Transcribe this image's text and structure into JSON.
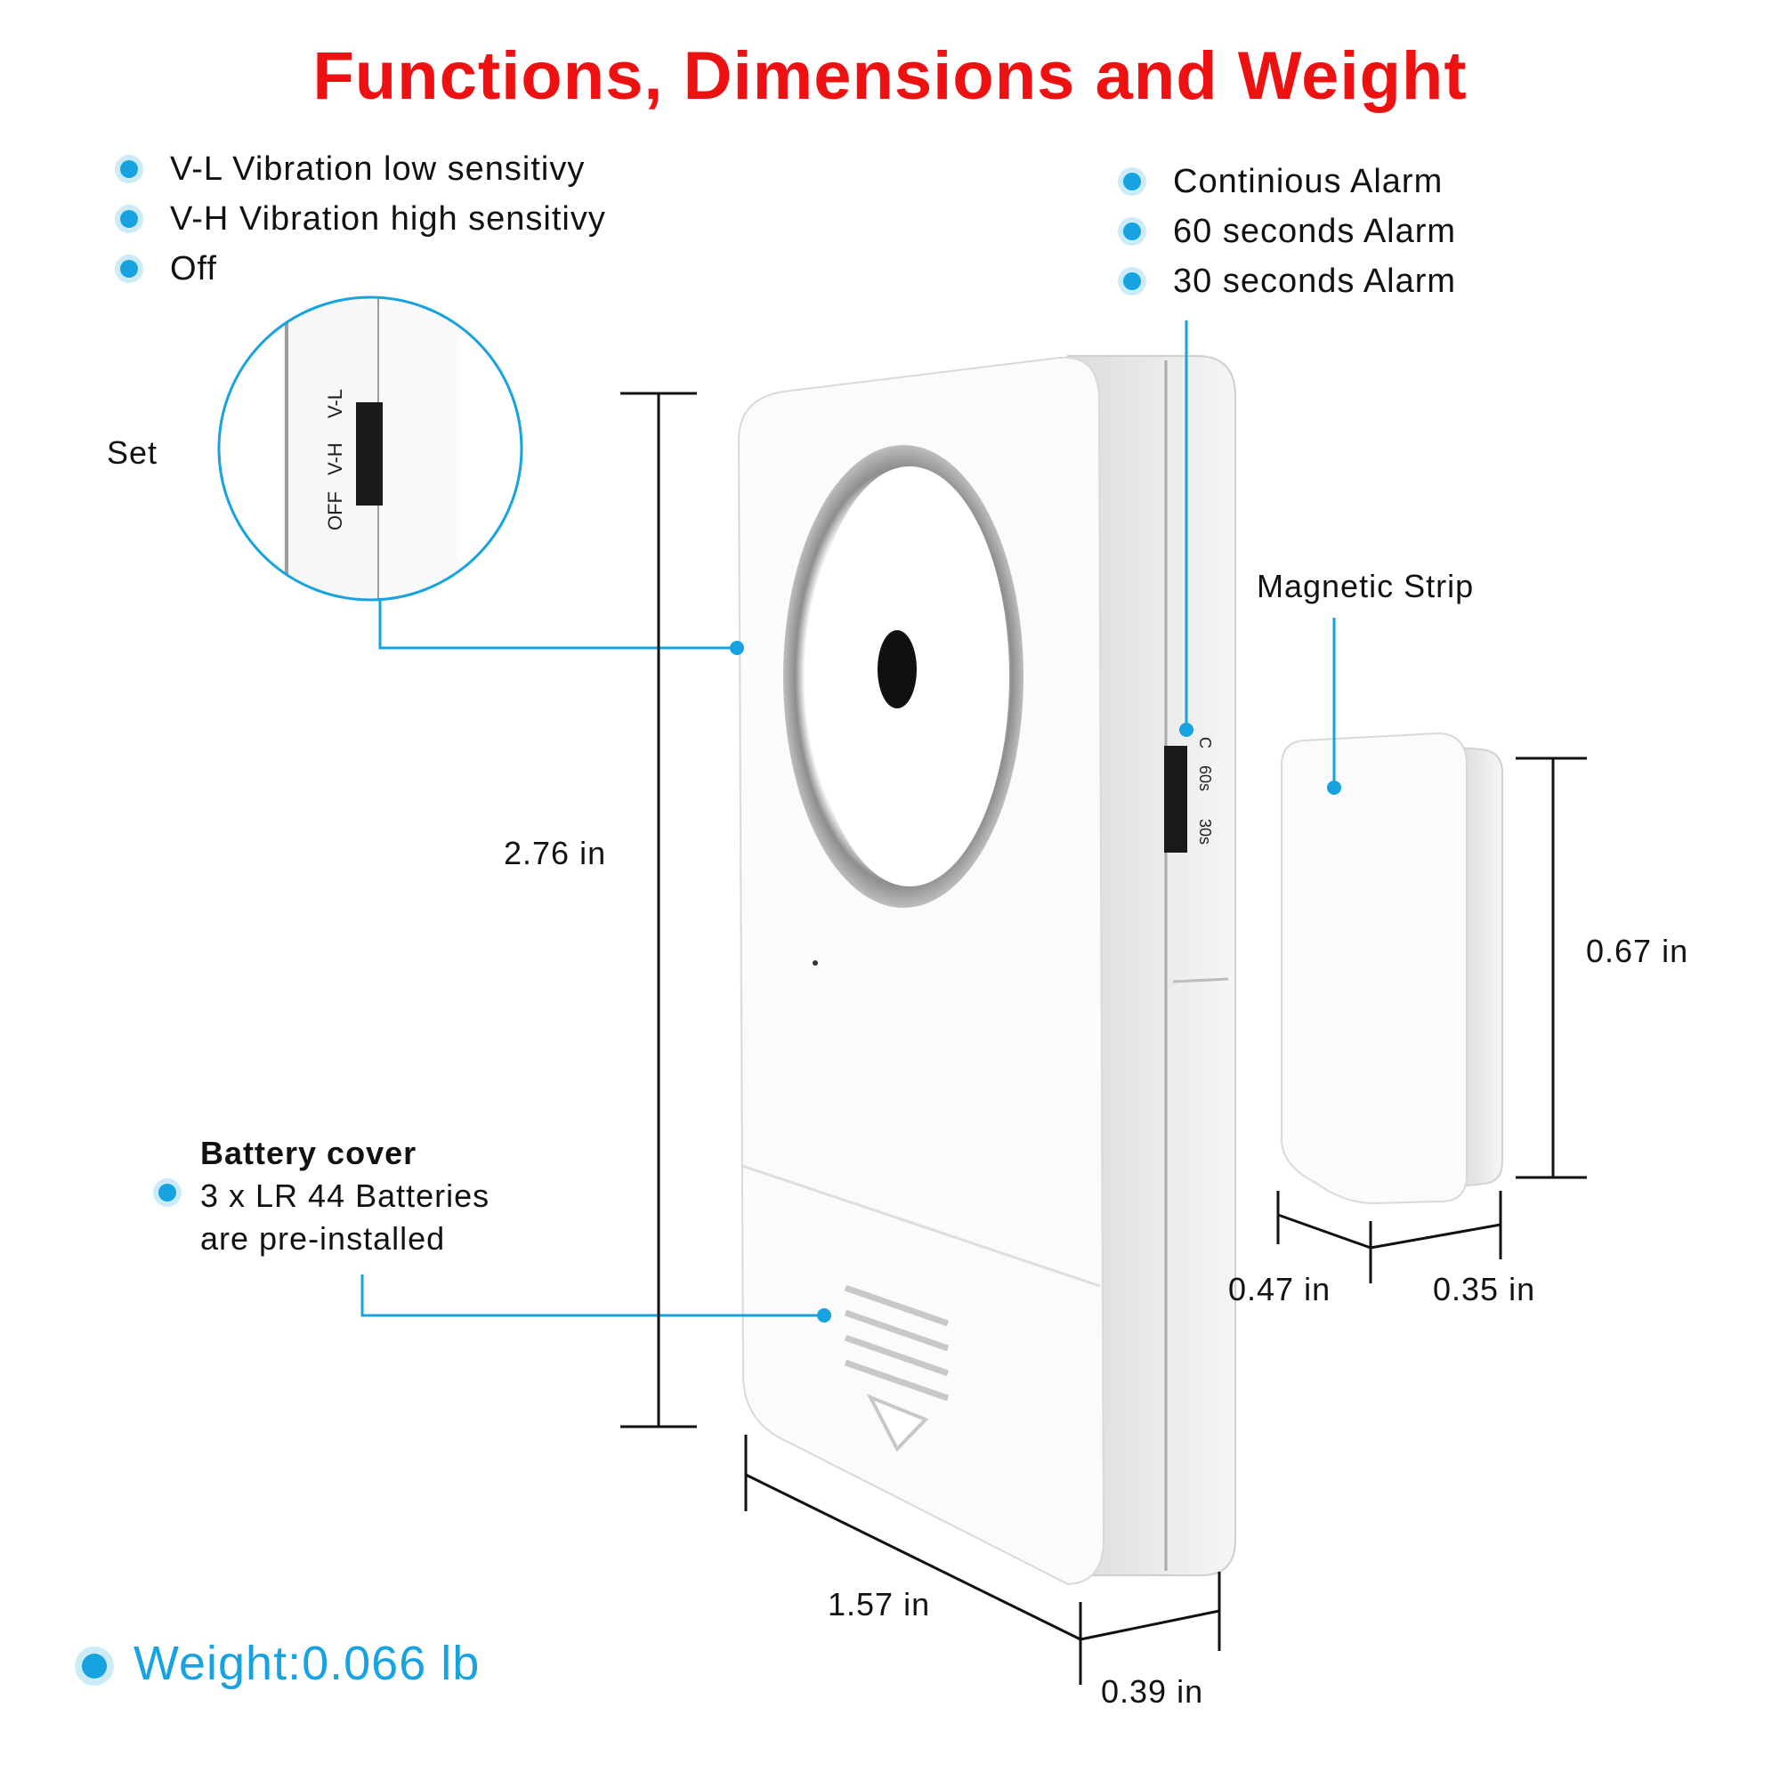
{
  "title": "Functions, Dimensions and Weight",
  "colors": {
    "title": "#ee1111",
    "accent": "#17a2e0",
    "line": "#111111"
  },
  "sensitivity_options": [
    "V-L Vibration low sensitivy",
    "V-H Vibration high sensitivy",
    "Off"
  ],
  "alarm_options": [
    "Continious Alarm",
    "60 seconds Alarm",
    "30 seconds Alarm"
  ],
  "set_label": "Set",
  "switch_labels": {
    "off": "OFF",
    "vh": "V-H",
    "vl": "V-L"
  },
  "alarm_switch_labels": {
    "c": "C",
    "s60": "60s",
    "s30": "30s"
  },
  "magnetic_label": "Magnetic Strip",
  "dimensions": {
    "height": "2.76 in",
    "width": "1.57 in",
    "depth": "0.39 in",
    "strip_height": "0.67 in",
    "strip_width": "0.47 in",
    "strip_depth": "0.35 in"
  },
  "battery": {
    "title": "Battery cover",
    "line1": "3 x LR 44 Batteries",
    "line2": "are pre-installed"
  },
  "weight": "Weight:0.066 lb"
}
